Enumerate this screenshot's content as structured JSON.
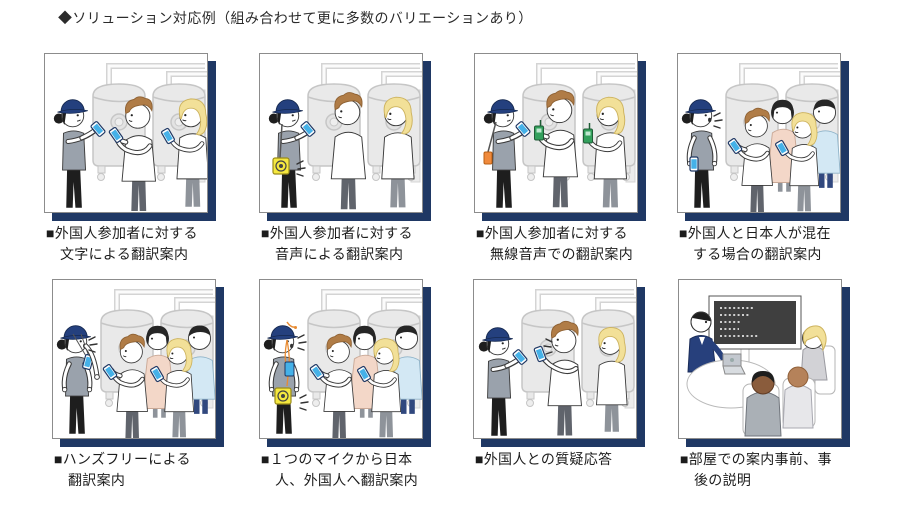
{
  "title": "◆ソリューション対応例（組み合わせて更に多数のバリエーションあり）",
  "panels": [
    {
      "name": "text-translation",
      "line1": "■外国人参加者に対する",
      "line2": "文字による翻訳案内"
    },
    {
      "name": "voice-translation",
      "line1": "■外国人参加者に対する",
      "line2": "音声による翻訳案内"
    },
    {
      "name": "wireless-voice-translation",
      "line1": "■外国人参加者に対する",
      "line2": "無線音声での翻訳案内"
    },
    {
      "name": "mixed-audience-translation",
      "line1": "■外国人と日本人が混在",
      "line2": "する場合の翻訳案内"
    },
    {
      "name": "handsfree-translation",
      "line1": "■ハンズフリーによる",
      "line2": "翻訳案内"
    },
    {
      "name": "one-mic-translation",
      "line1": "■１つのマイクから日本",
      "line2": "人、外国人へ翻訳案内"
    },
    {
      "name": "qa-with-foreigners",
      "line1": "■外国人との質疑応答",
      "line2": ""
    },
    {
      "name": "room-briefing",
      "line1": "■部屋での案内事前、事",
      "line2": "後の説明"
    }
  ],
  "colors": {
    "shadow_navy": "#1f3864",
    "device_blue": "#45b1e8",
    "speaker_yellow": "#f5e83f",
    "radio_green": "#33a05c",
    "strap_orange": "#f08a3c",
    "tank_gray": "#e9e9e9"
  }
}
